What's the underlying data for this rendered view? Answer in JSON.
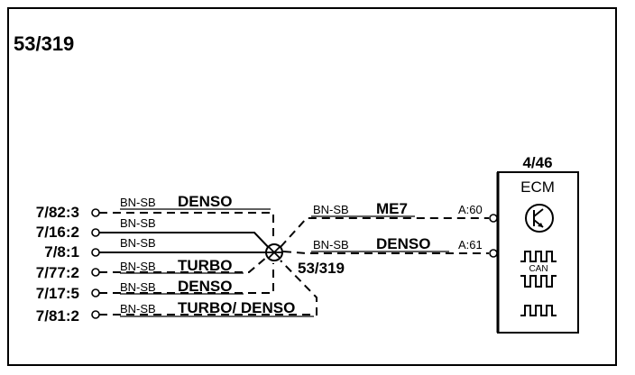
{
  "diagram": {
    "title": "53/319",
    "splice_label": "53/319",
    "left_connectors": [
      {
        "id": "7/82:3",
        "color": "BN-SB",
        "variant": "DENSO",
        "style": "dashed"
      },
      {
        "id": "7/16:2",
        "color": "BN-SB",
        "variant": "",
        "style": "solid"
      },
      {
        "id": "7/8:1",
        "color": "BN-SB",
        "variant": "",
        "style": "solid"
      },
      {
        "id": "7/77:2",
        "color": "BN-SB",
        "variant": "TURBO",
        "style": "dashed"
      },
      {
        "id": "7/17:5",
        "color": "BN-SB",
        "variant": "DENSO",
        "style": "dashed"
      },
      {
        "id": "7/81:2",
        "color": "BN-SB",
        "variant": "TURBO/ DENSO",
        "style": "dashed"
      }
    ],
    "right_wires": [
      {
        "color": "BN-SB",
        "variant": "ME7",
        "pin": "A:60",
        "style": "dashed"
      },
      {
        "color": "BN-SB",
        "variant": "DENSO",
        "pin": "A:61",
        "style": "dashed"
      }
    ],
    "ecm": {
      "id": "4/46",
      "label": "ECM",
      "can_label": "CAN",
      "icons": [
        "transistor-icon",
        "pulse-signal-icon",
        "can-bus-icon",
        "pulse-signal-icon"
      ]
    }
  }
}
